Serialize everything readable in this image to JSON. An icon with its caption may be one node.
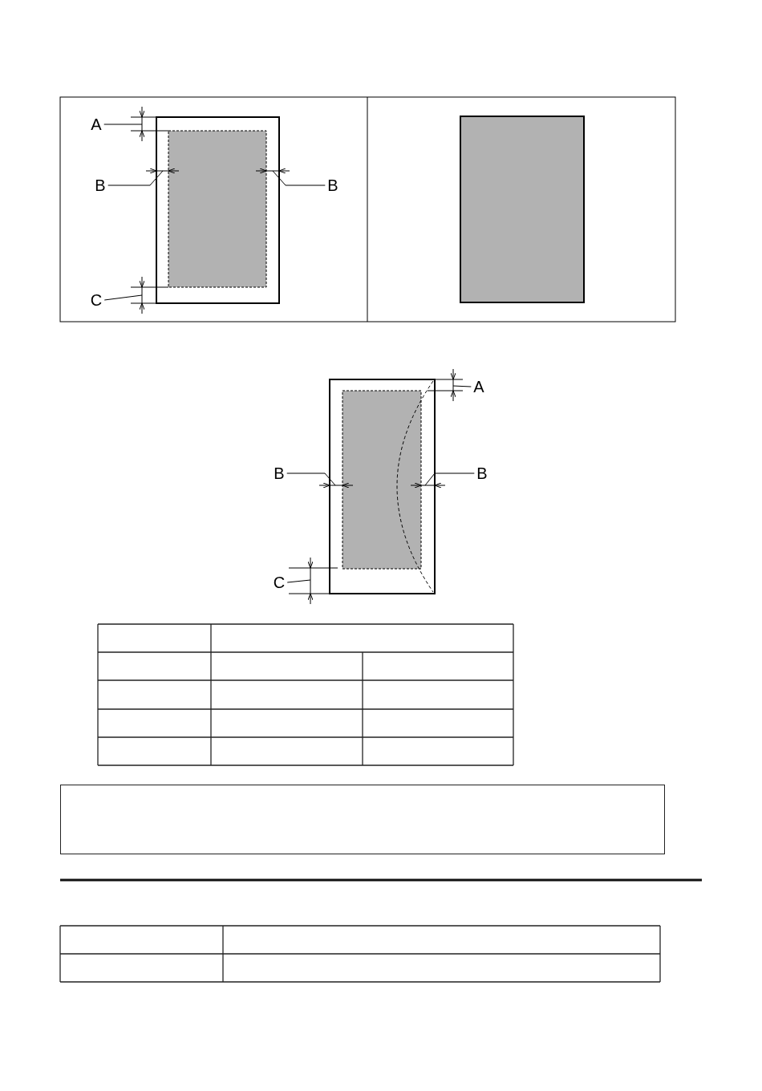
{
  "diagram": {
    "nodes": [
      {
        "text": [
          "A"
        ]
      },
      {
        "text": [
          "B"
        ]
      },
      {
        "text": [
          "B"
        ]
      },
      {
        "text": [
          "C"
        ]
      },
      {
        "text": [
          "A"
        ]
      },
      {
        "text": [
          "B"
        ]
      },
      {
        "text": [
          "B"
        ]
      },
      {
        "text": [
          "C"
        ]
      },
      {
        "text": [],
        "shape": "box"
      }
    ],
    "edges": [
      {
        "from": 0,
        "to": null,
        "arrow": "none"
      },
      {
        "from": 1,
        "to": null,
        "arrow": "none"
      },
      {
        "from": 2,
        "to": null,
        "arrow": "none"
      },
      {
        "from": 3,
        "to": null,
        "arrow": "none"
      },
      {
        "from": 4,
        "to": null,
        "arrow": "none"
      },
      {
        "from": 5,
        "to": null,
        "arrow": "none"
      },
      {
        "from": 6,
        "to": null,
        "arrow": "none"
      },
      {
        "from": 7,
        "to": null,
        "arrow": "none"
      }
    ]
  }
}
